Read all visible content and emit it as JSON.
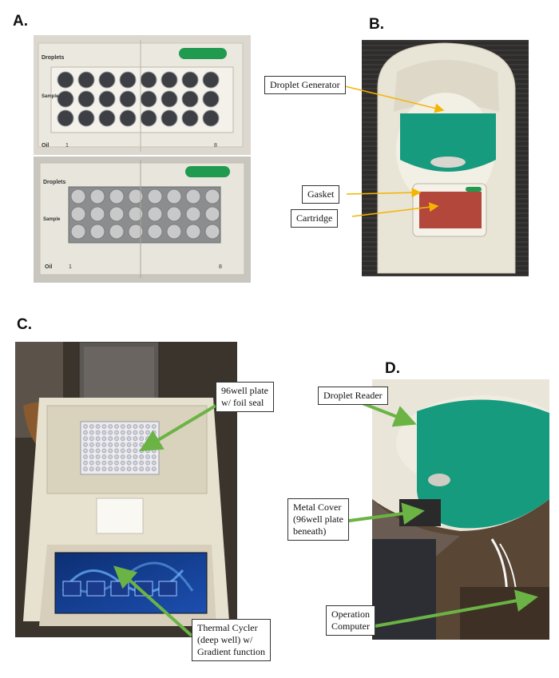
{
  "figure": {
    "colors": {
      "cartridge_white": "#e9e6dc",
      "instrument_teal": "#169b7e",
      "gasket_red": "#b3473c",
      "arrow_orange": "#f5b400",
      "arrow_green": "#6ab344",
      "lab_dark": "#2c2a28"
    },
    "panel_a": {
      "letter": "A.",
      "cartridge_top": {
        "row_top": "Droplets",
        "row_mid": "Sample",
        "row_bottom": "Oil",
        "col_first": "1",
        "col_last": "8"
      },
      "cartridge_bottom": {
        "row_top": "Droplets",
        "row_mid": "Sample",
        "row_bottom": "Oil",
        "col_first": "1",
        "col_last": "8"
      }
    },
    "panel_b": {
      "letter": "B.",
      "labels": {
        "droplet_generator": "Droplet Generator",
        "gasket": "Gasket",
        "cartridge": "Cartridge"
      }
    },
    "panel_c": {
      "letter": "C.",
      "labels": {
        "plate_line1": "96well plate",
        "plate_line2": "w/ foil seal",
        "cycler_line1": "Thermal Cycler",
        "cycler_line2": "(deep well) w/",
        "cycler_line3": "Gradient function"
      }
    },
    "panel_d": {
      "letter": "D.",
      "labels": {
        "droplet_reader": "Droplet Reader",
        "cover_line1": "Metal Cover",
        "cover_line2": "(96well plate",
        "cover_line3": "beneath)",
        "computer_line1": "Operation",
        "computer_line2": "Computer"
      }
    }
  }
}
